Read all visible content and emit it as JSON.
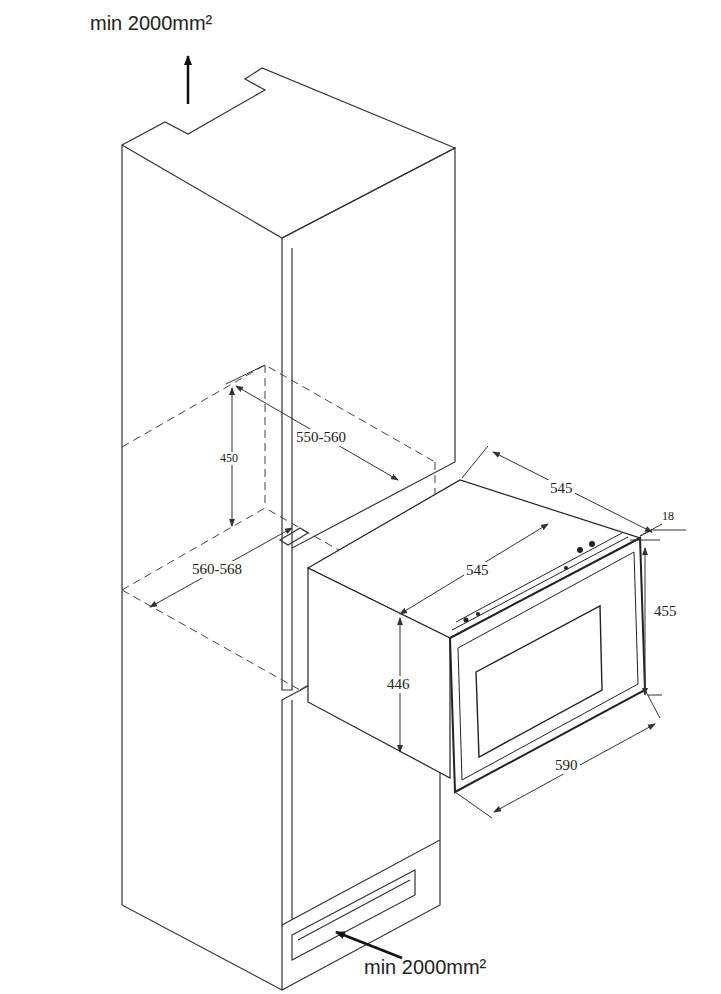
{
  "diagram": {
    "labels": [
      "min 2000mm²",
      "450",
      "550-560",
      "560-568",
      "545",
      "18",
      "545",
      "455",
      "446",
      "590",
      "min 2000mm²"
    ]
  }
}
